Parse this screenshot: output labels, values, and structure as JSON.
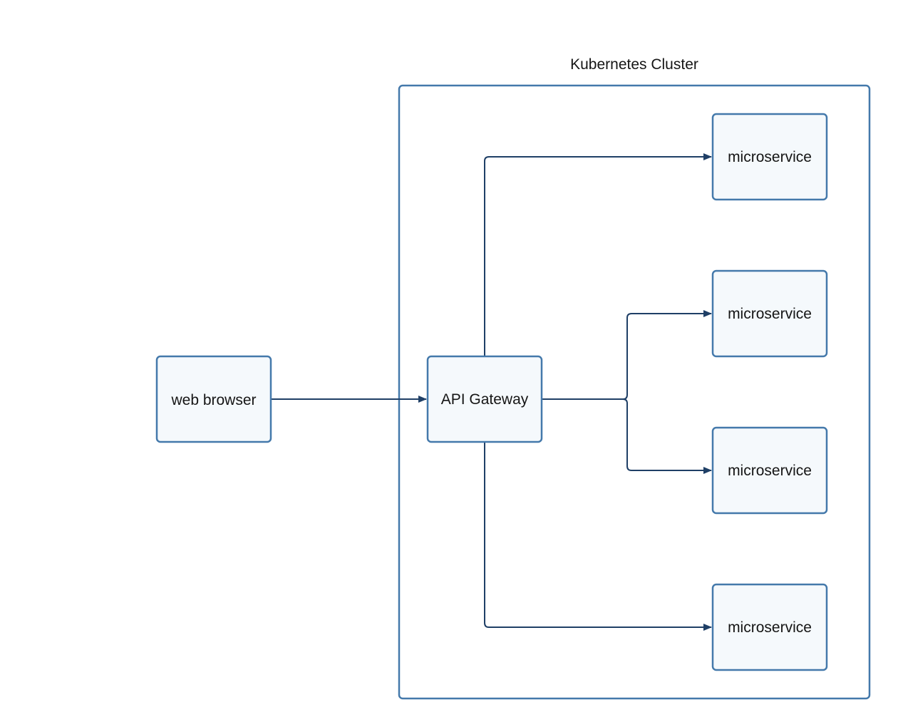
{
  "colors": {
    "node_fill": "#f5f9fc",
    "node_stroke": "#4479ab",
    "cluster_stroke": "#4479ab",
    "edge": "#1f3f66",
    "text": "#151515"
  },
  "cluster": {
    "label": "Kubernetes Cluster"
  },
  "nodes": {
    "browser": {
      "label": "web browser"
    },
    "gateway": {
      "label": "API Gateway"
    },
    "microservices": [
      {
        "label": "microservice"
      },
      {
        "label": "microservice"
      },
      {
        "label": "microservice"
      },
      {
        "label": "microservice"
      }
    ]
  },
  "edges": [
    {
      "from": "web browser",
      "to": "API Gateway"
    },
    {
      "from": "API Gateway",
      "to": "microservice 1"
    },
    {
      "from": "API Gateway",
      "to": "microservice 2"
    },
    {
      "from": "API Gateway",
      "to": "microservice 3"
    },
    {
      "from": "API Gateway",
      "to": "microservice 4"
    }
  ]
}
